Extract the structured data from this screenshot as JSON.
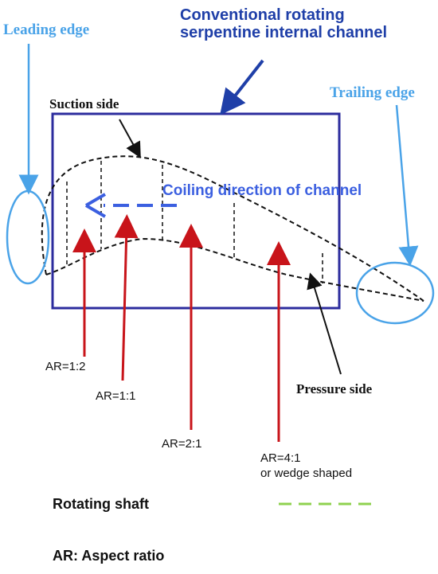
{
  "labels": {
    "title": "Conventional rotating serpentine internal channel",
    "leading_edge": "Leading edge",
    "trailing_edge": "Trailing edge",
    "suction_side": "Suction side",
    "pressure_side": "Pressure side",
    "coiling": "Coiling direction of channel",
    "ar_1_2": "AR=1:2",
    "ar_1_1": "AR=1:1",
    "ar_2_1": "AR=2:1",
    "ar_4_1_line1": "AR=4:1",
    "ar_4_1_line2": "or wedge shaped",
    "rotating_shaft": "Rotating shaft",
    "ar_legend": "AR: Aspect ratio"
  },
  "colors": {
    "dark_blue": "#1f3fa8",
    "light_blue": "#4aa3e8",
    "red": "#c8141a",
    "green": "#8fd14f",
    "coil_blue": "#3b5fe0"
  }
}
